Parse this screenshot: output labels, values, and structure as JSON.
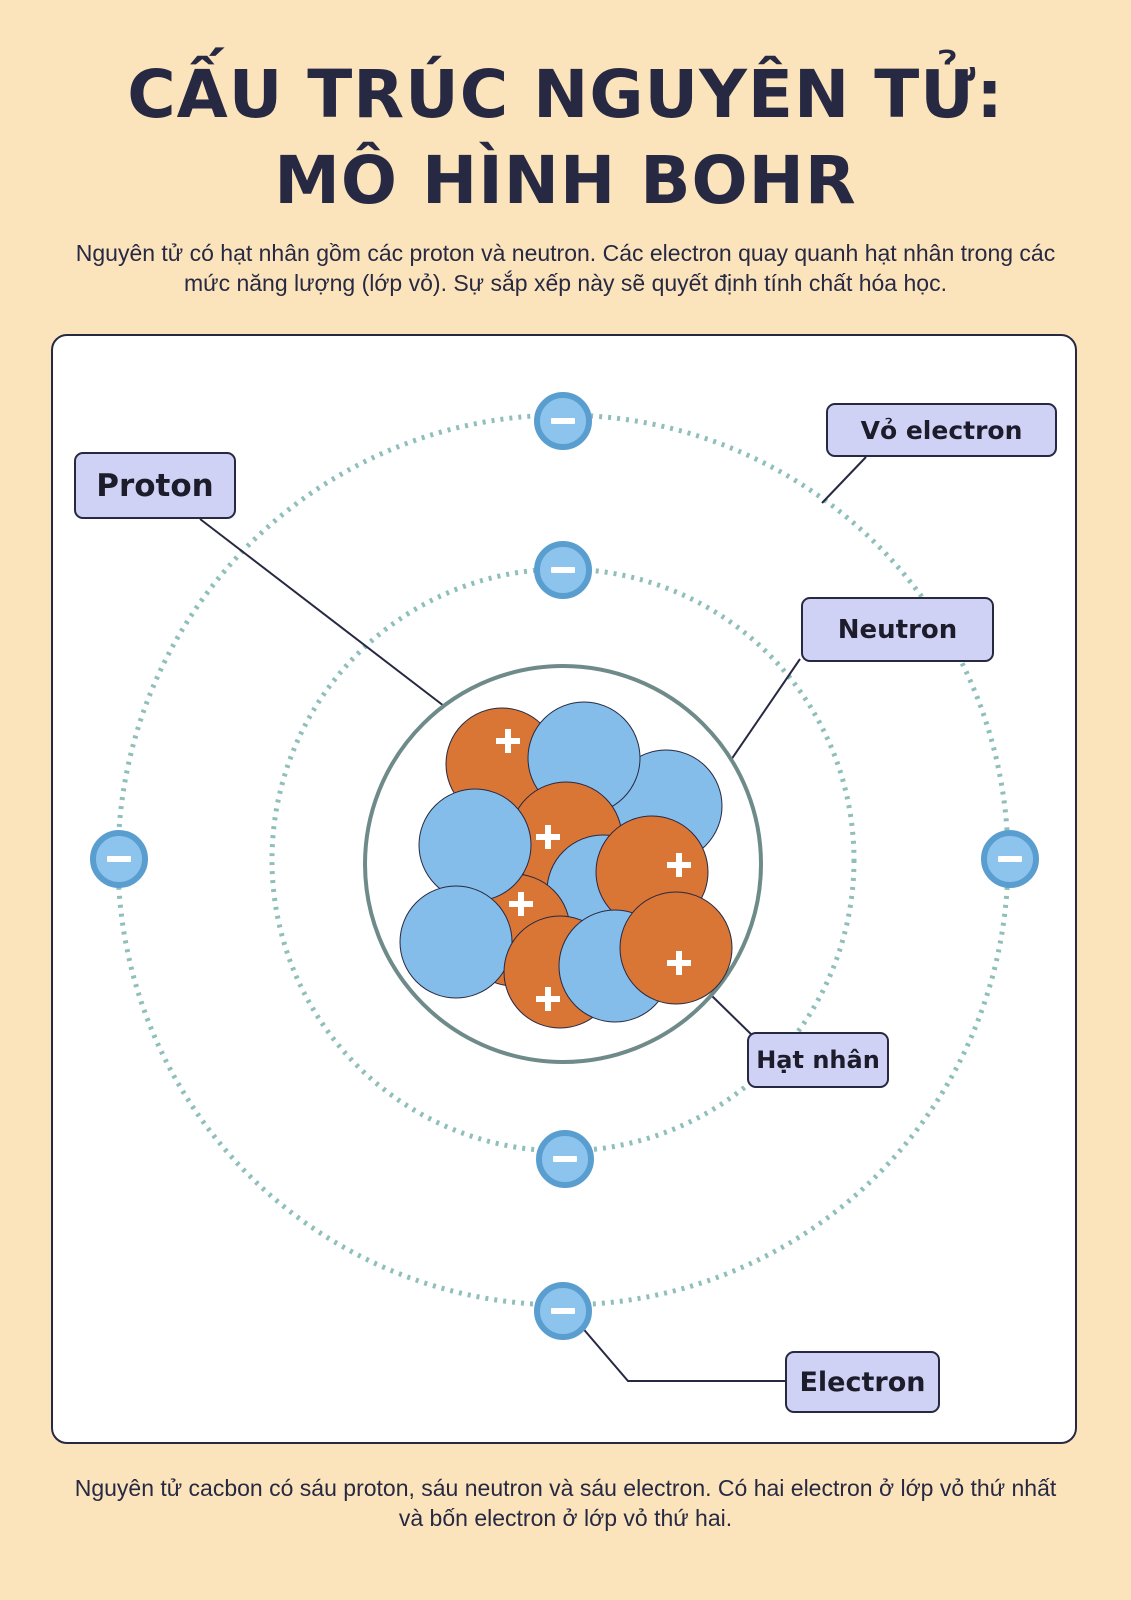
{
  "title": {
    "line1": "CẤU TRÚC NGUYÊN TỬ:",
    "line2": "MÔ HÌNH BOHR"
  },
  "intro": "Nguyên tử có hạt nhân gồm các proton và neutron. Các electron quay quanh hạt nhân trong các mức năng lượng (lớp vỏ). Sự sắp xếp này sẽ quyết định tính chất hóa học.",
  "labels": {
    "proton": "Proton",
    "electron_shell": "Vỏ electron",
    "neutron": "Neutron",
    "nucleus": "Hạt nhân",
    "electron": "Electron"
  },
  "footer": "Nguyên tử cacbon có sáu proton, sáu neutron và sáu electron. Có hai electron ở lớp vỏ thứ nhất và bốn electron ở lớp vỏ thứ hai.",
  "colors": {
    "background": "#fbe4bb",
    "text": "#272943",
    "proton": "#d97535",
    "neutron": "#85bdea",
    "electron": "#8cc4ee",
    "electron_ring": "#5a9ed0",
    "orbit": "#8fbfbb",
    "label_fill": "#cfd2f5"
  },
  "icons": {
    "proton_charge": "plus-sign",
    "electron_charge": "minus-sign"
  }
}
